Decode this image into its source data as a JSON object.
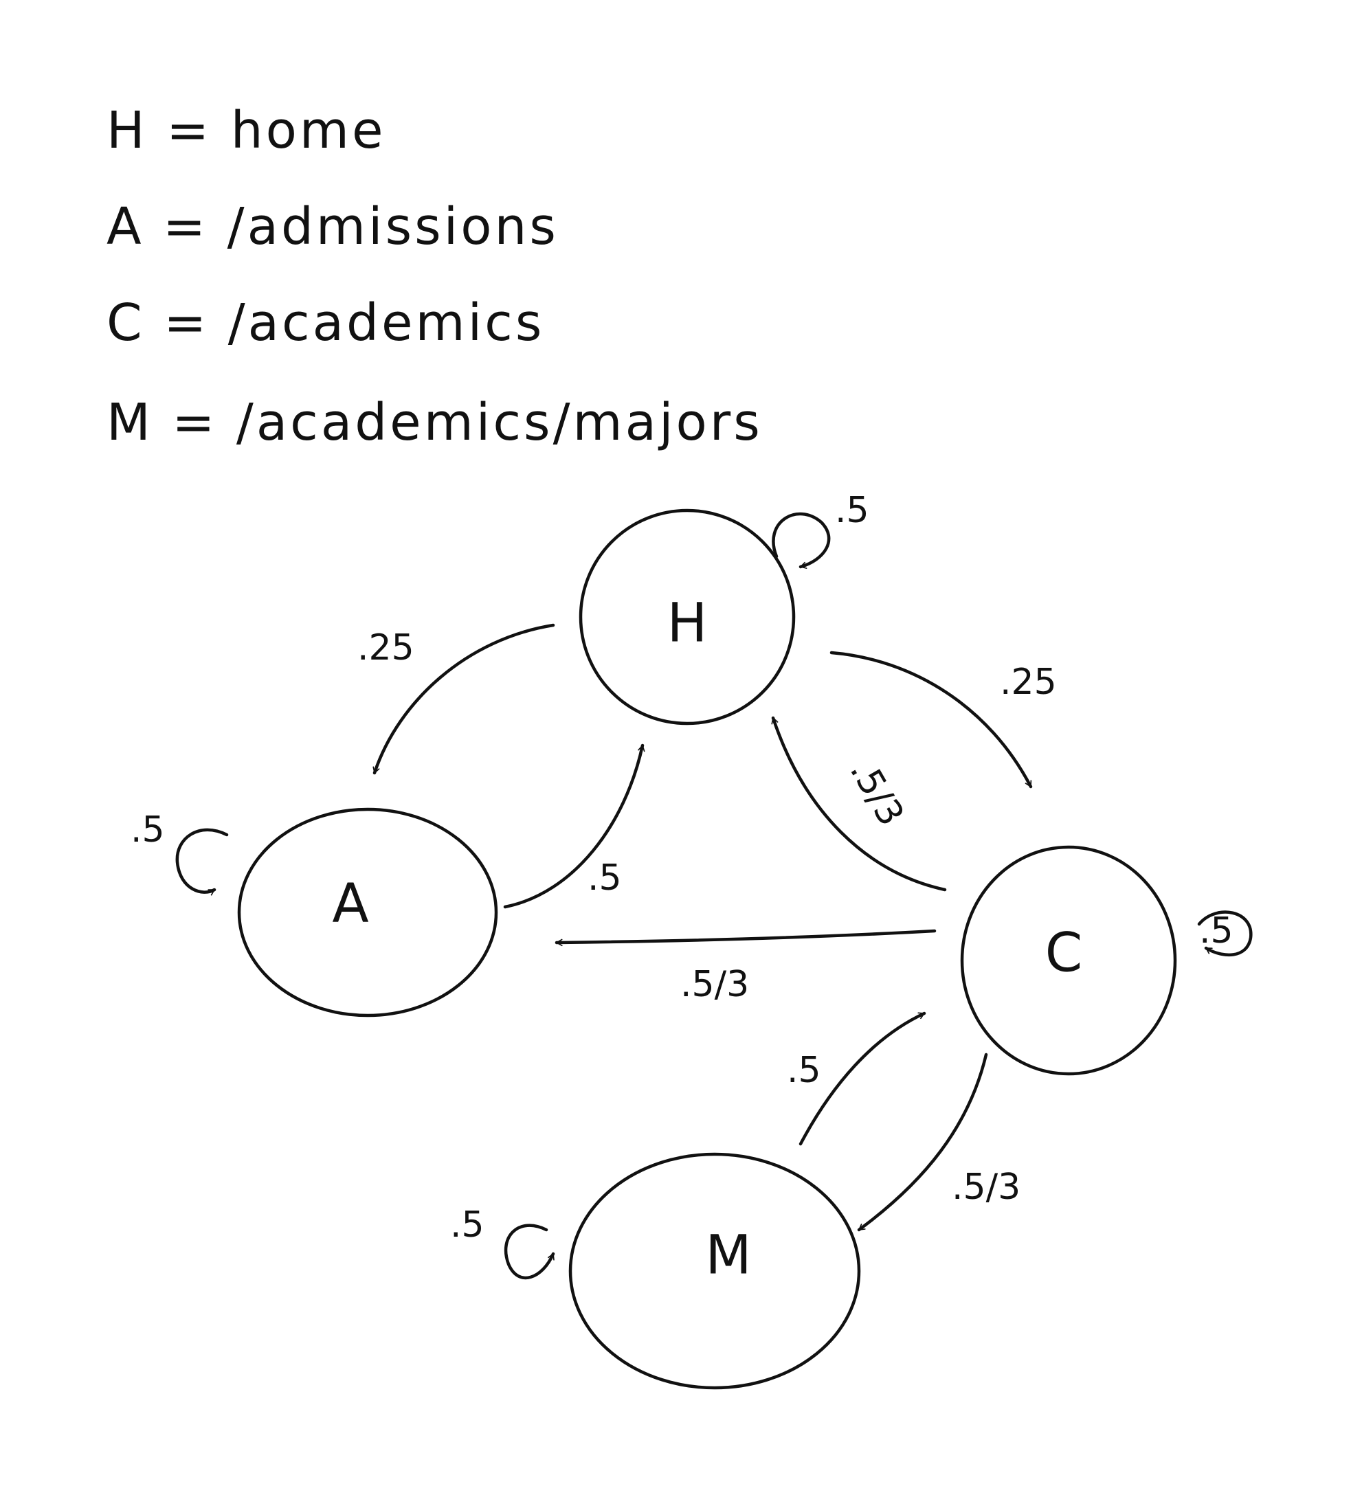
{
  "legend": [
    {
      "text": "H = home"
    },
    {
      "text": "A = /admissions"
    },
    {
      "text": "C = /academics"
    },
    {
      "text": "M = /academics/majors"
    }
  ],
  "nodes": {
    "H": {
      "label": "H"
    },
    "A": {
      "label": "A"
    },
    "C": {
      "label": "C"
    },
    "M": {
      "label": "M"
    }
  },
  "edges": [
    {
      "from": "H",
      "to": "H",
      "label": ".5"
    },
    {
      "from": "H",
      "to": "A",
      "label": ".25"
    },
    {
      "from": "H",
      "to": "C",
      "label": ".25"
    },
    {
      "from": "A",
      "to": "A",
      "label": ".5"
    },
    {
      "from": "A",
      "to": "H",
      "label": ".5"
    },
    {
      "from": "C",
      "to": "C",
      "label": ".5"
    },
    {
      "from": "C",
      "to": "H",
      "label": ".5/3"
    },
    {
      "from": "C",
      "to": "A",
      "label": ".5/3"
    },
    {
      "from": "C",
      "to": "M",
      "label": ".5/3"
    },
    {
      "from": "M",
      "to": "M",
      "label": ".5"
    },
    {
      "from": "M",
      "to": "C",
      "label": ".5"
    }
  ]
}
